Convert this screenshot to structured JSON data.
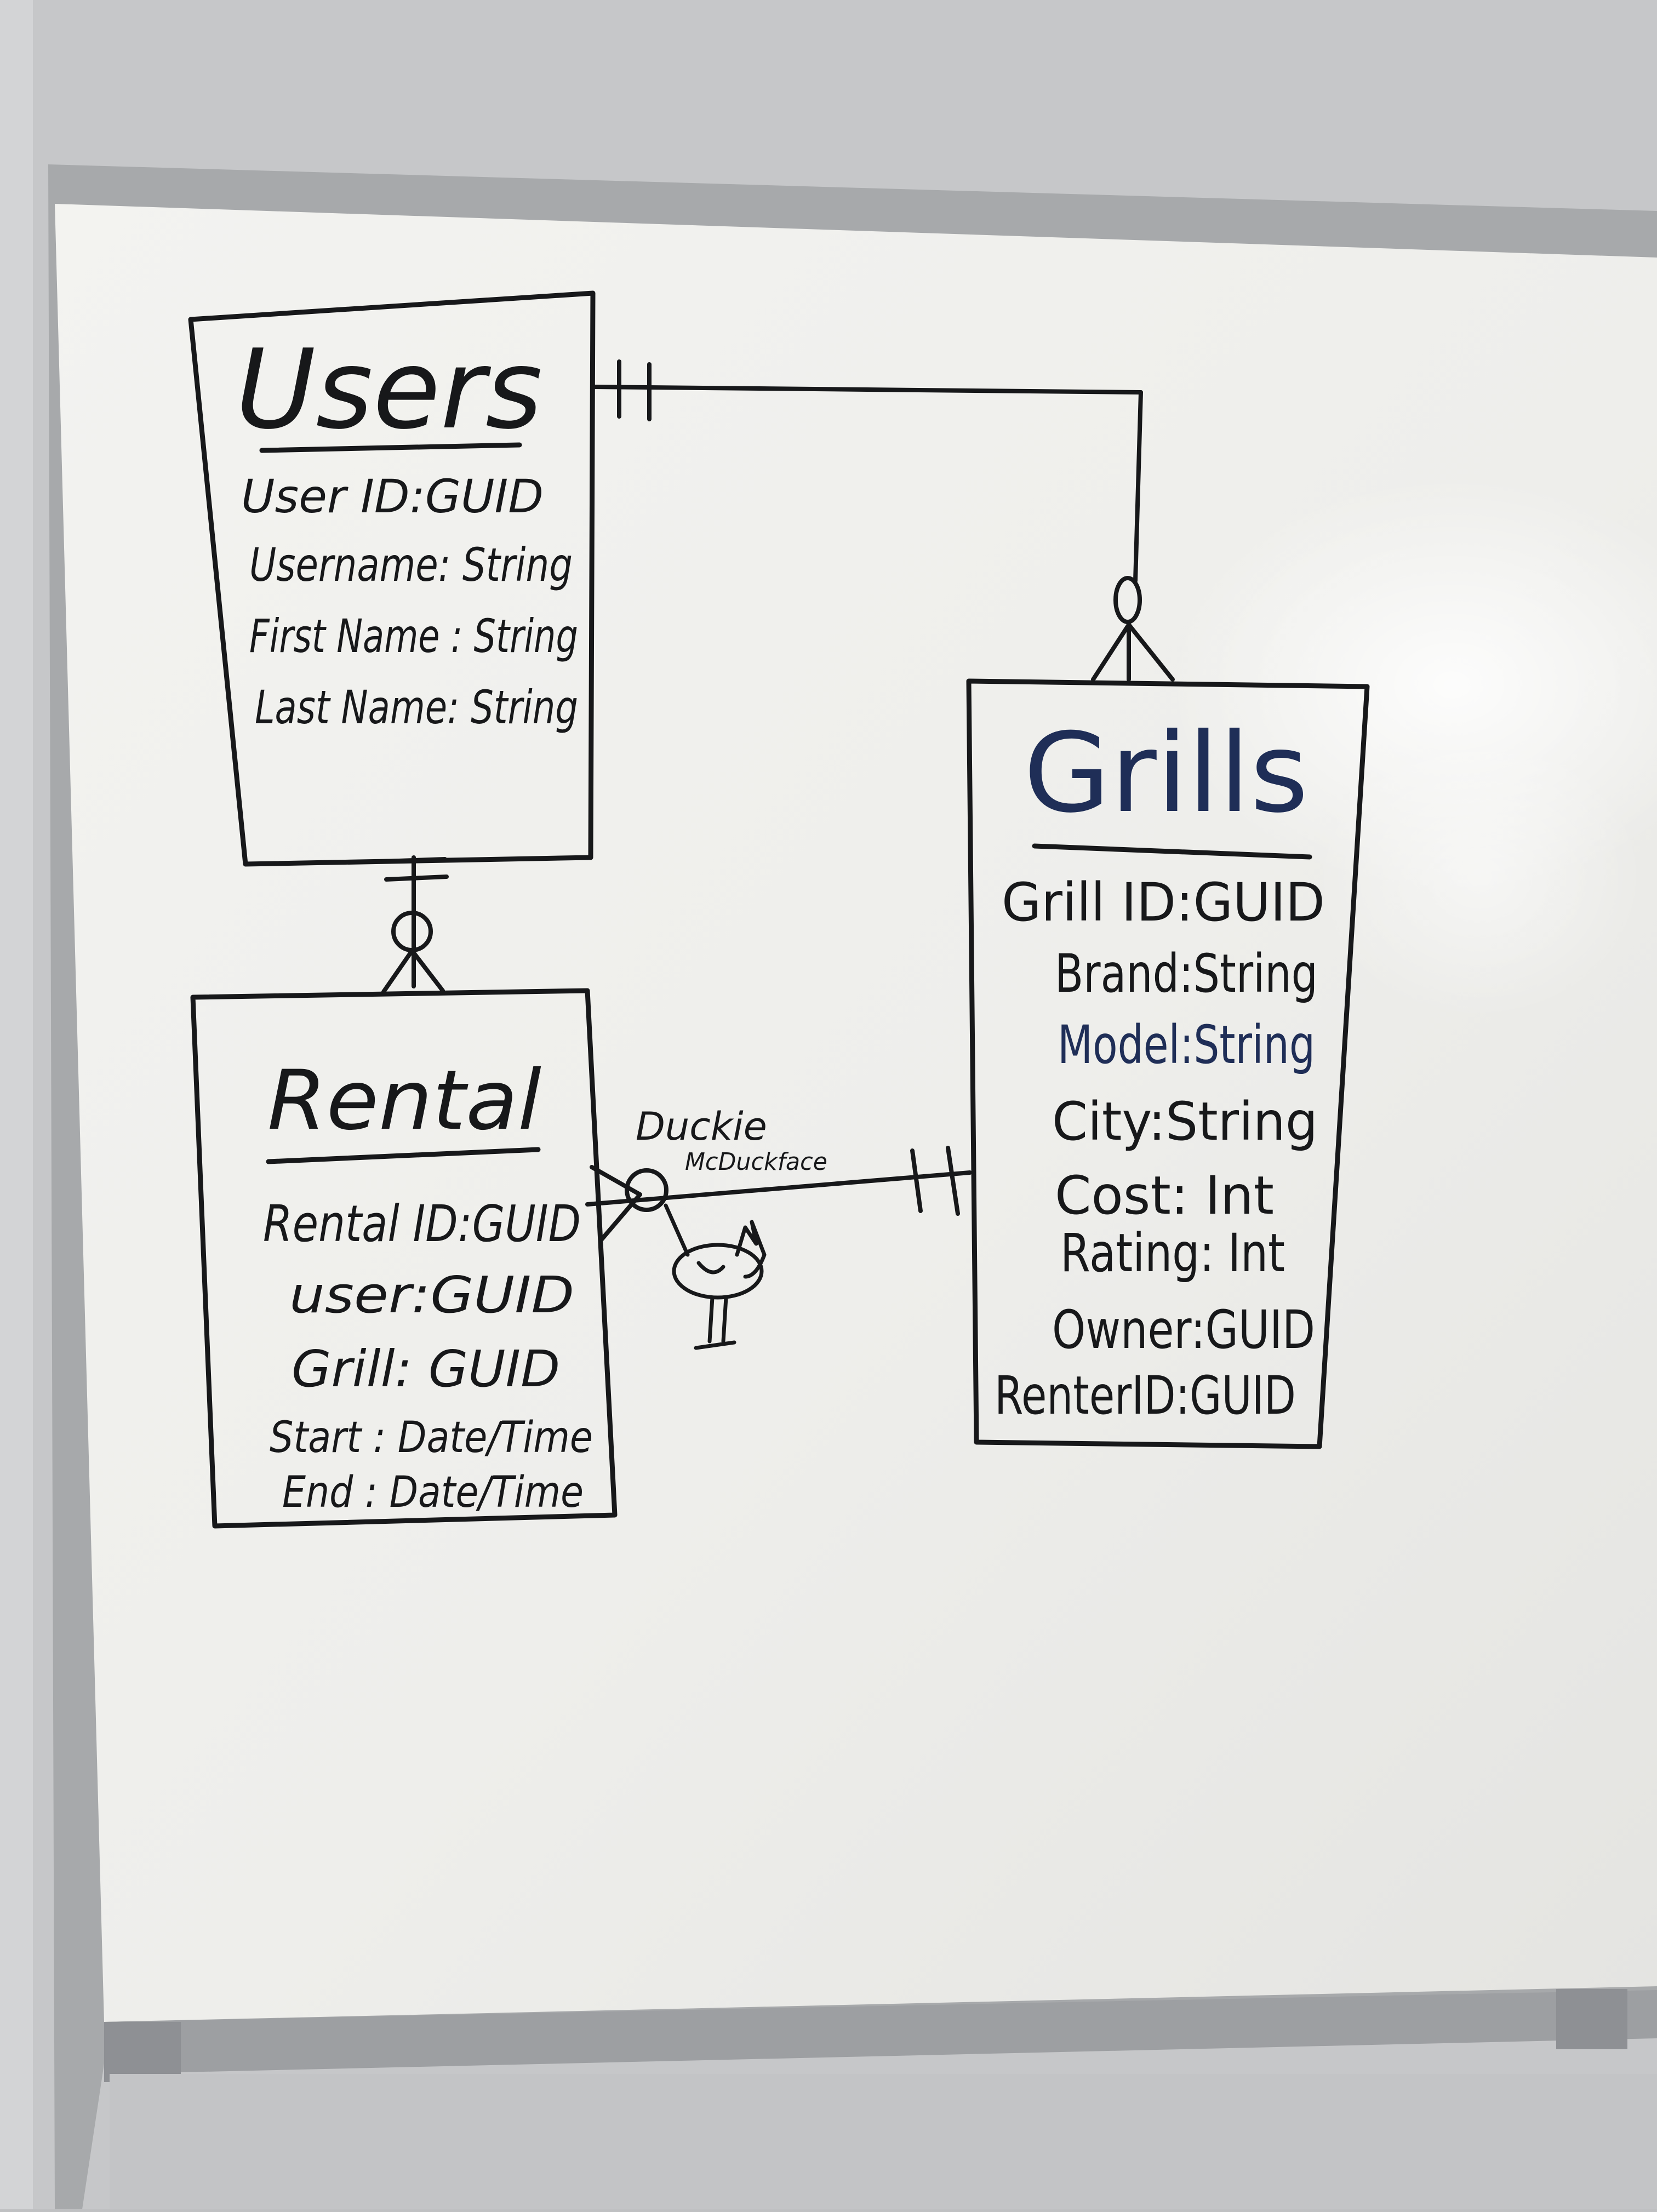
{
  "colors": {
    "ink": "#17181a",
    "blue_ink": "#1f2e57",
    "board": "#f2f2ef",
    "wall": "#c6c7c9",
    "frame": "#a7a9ab"
  },
  "entities": {
    "users": {
      "title": "Users",
      "fields": [
        "User ID:GUID",
        "Username: String",
        "First Name : String",
        "Last Name: String"
      ]
    },
    "rental": {
      "title": "Rental",
      "fields": [
        "Rental ID:GUID",
        "user:GUID",
        "Grill: GUID",
        "Start : Date/Time",
        "End : Date/Time"
      ]
    },
    "grills": {
      "title": "Grills",
      "fields": [
        "Grill ID:GUID",
        "Brand:String",
        "Model:String",
        "City:String",
        "Cost: Int",
        "Rating: Int",
        "Owner:GUID",
        "RenterID:GUID"
      ]
    }
  },
  "doodle": {
    "line1": "Duckie",
    "line2": "McDuckface"
  }
}
